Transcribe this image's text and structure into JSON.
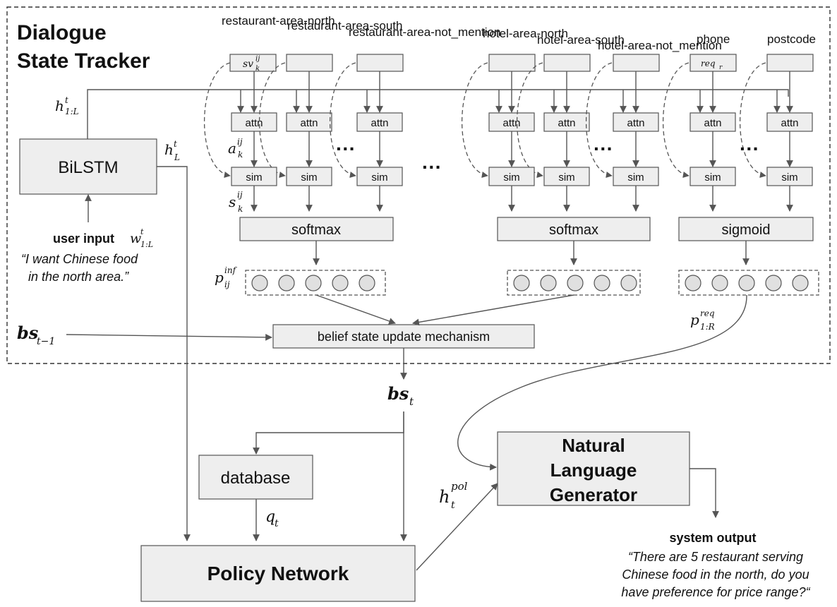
{
  "title_line1": "Dialogue",
  "title_line2": "State Tracker",
  "slots": [
    "restaurant-area-north",
    "restaurant-area-south",
    "restaurant-area-not_mention",
    "hotel-area-north",
    "hotel-area-south",
    "hotel-area-not_mention",
    "phone",
    "postcode"
  ],
  "slot_vec_label": "sv",
  "slot_vec_sup": "ij",
  "slot_vec_sub": "k",
  "req_label": "req",
  "req_sub": "r",
  "attn_label": "attn",
  "sim_label": "sim",
  "ellipsis": "···",
  "bilstm_label": "BiLSTM",
  "h1L_main": "h",
  "h1L_sup": "t",
  "h1L_sub": "1:L",
  "hL_main": "h",
  "hL_sup": "t",
  "hL_sub": "L",
  "a_main": "a",
  "a_sup": "ij",
  "a_sub": "k",
  "s_main": "s",
  "s_sup": "ij",
  "s_sub": "k",
  "softmax_label": "softmax",
  "sigmoid_label": "sigmoid",
  "pinf_main": "p",
  "pinf_sup": "inf",
  "pinf_sub": "ij",
  "preq_main": "p",
  "preq_sup": "req",
  "preq_sub": "1:R",
  "user_input_label": "user input",
  "w_main": "w",
  "w_sup": "t",
  "w_sub": "1:L",
  "user_quote_line1": "“I want Chinese food",
  "user_quote_line2": "in the north area.”",
  "bs_prev_main": "bs",
  "bs_prev_sub": "t−1",
  "belief_update_label": "belief state update mechanism",
  "bs_main": "bs",
  "bs_sub": "t",
  "database_label": "database",
  "q_main": "q",
  "q_sub": "t",
  "hpol_main": "h",
  "hpol_sup": "pol",
  "hpol_sub": "t",
  "nlg_line1": "Natural",
  "nlg_line2": "Language",
  "nlg_line3": "Generator",
  "policy_label": "Policy Network",
  "system_output_label": "system output",
  "system_quote_line1": "“There are 5 restaurant serving",
  "system_quote_line2": "Chinese food in the north, do you",
  "system_quote_line3": "have preference for price range?“"
}
